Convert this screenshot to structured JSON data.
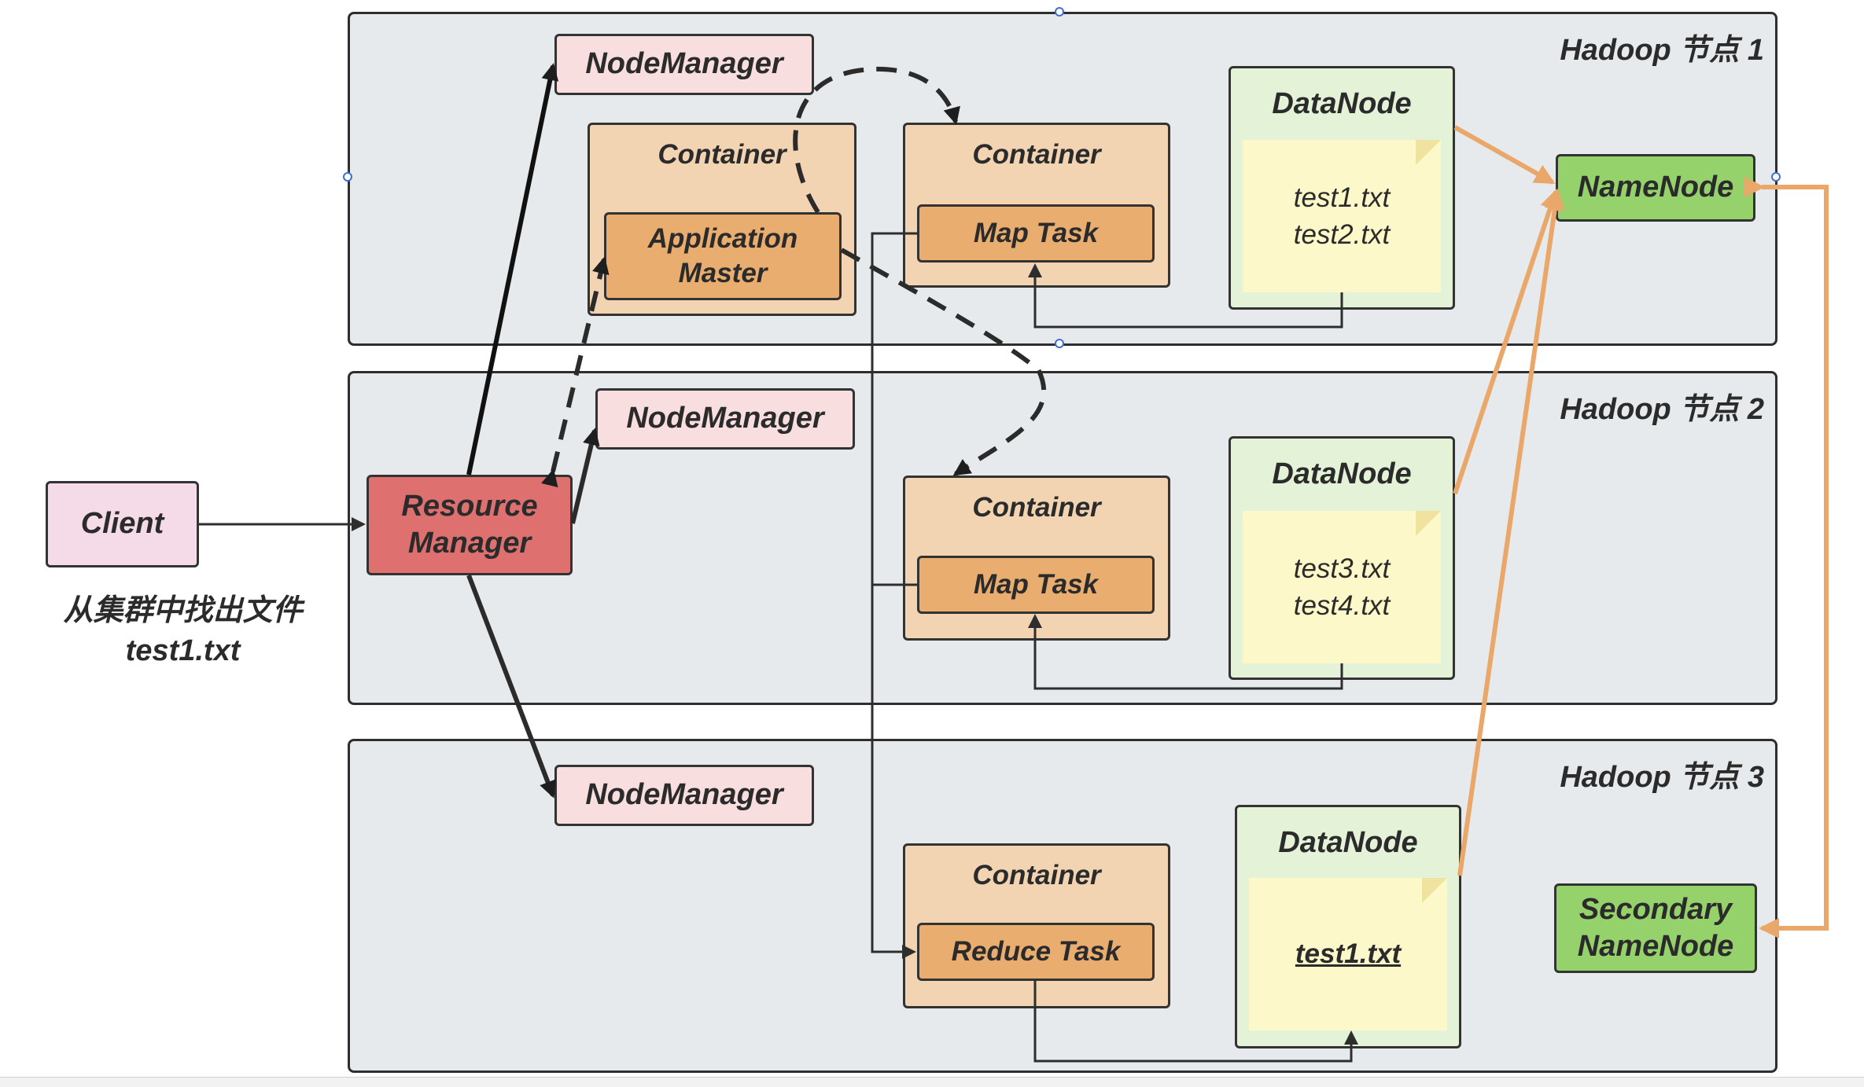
{
  "nodes": {
    "node1_title": "Hadoop 节点 1",
    "node2_title": "Hadoop 节点 2",
    "node3_title": "Hadoop 节点 3"
  },
  "client": {
    "label": "Client"
  },
  "resource_manager": {
    "line1": "Resource",
    "line2": "Manager"
  },
  "node_manager": {
    "label": "NodeManager"
  },
  "container": {
    "label": "Container"
  },
  "application_master": {
    "line1": "Application",
    "line2": "Master"
  },
  "map_task": {
    "label": "Map Task"
  },
  "reduce_task": {
    "label": "Reduce Task"
  },
  "datanode": {
    "label": "DataNode"
  },
  "namenode": {
    "label": "NameNode"
  },
  "secondary_namenode": {
    "line1": "Secondary",
    "line2": "NameNode"
  },
  "files": {
    "node1_line1": "test1.txt",
    "node1_line2": "test2.txt",
    "node2_line1": "test3.txt",
    "node2_line2": "test4.txt",
    "node3_line1": "test1.txt"
  },
  "caption": {
    "line1": "从集群中找出文件",
    "line2": "test1.txt"
  },
  "colors": {
    "band": "#e7eaec",
    "node_manager": "#f8dede",
    "resource_manager": "#de7070",
    "container": "#f2d3b2",
    "task": "#e9ad70",
    "datanode": "#e4f3d8",
    "namenode": "#95d26c",
    "file_note": "#fdf8c9",
    "hdfs_link": "#eaa76a"
  }
}
